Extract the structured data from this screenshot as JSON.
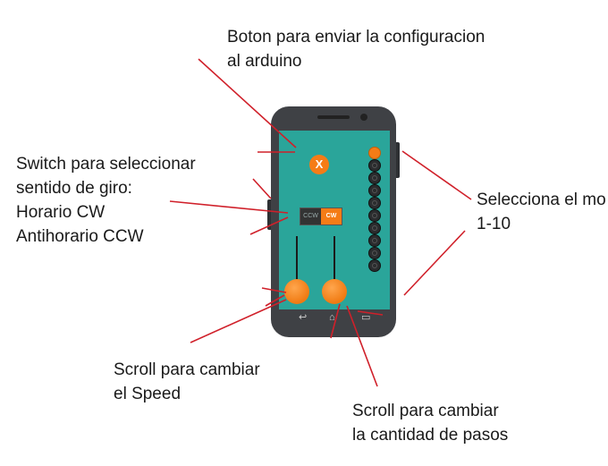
{
  "labels": {
    "send": "Boton para enviar la configuracion\nal arduino",
    "switch": "Switch para seleccionar\nsentido de giro:\nHorario CW\nAntihorario CCW",
    "motor": "Selecciona el mo\n1-10",
    "speed": "Scroll para cambiar\nel Speed",
    "steps": "Scroll para cambiar\nla cantidad de pasos"
  },
  "phone": {
    "screen_color": "#2aa59a",
    "accent_color": "#f57c16",
    "send_button_label": "X",
    "switch": {
      "left_label": "CCW",
      "right_label": "CW",
      "selected": "CW"
    },
    "motor_count": 10,
    "selected_motor": 1,
    "nav_icons": [
      "back-icon",
      "home-icon",
      "recent-apps-icon"
    ]
  },
  "line_color": "#d0202a"
}
